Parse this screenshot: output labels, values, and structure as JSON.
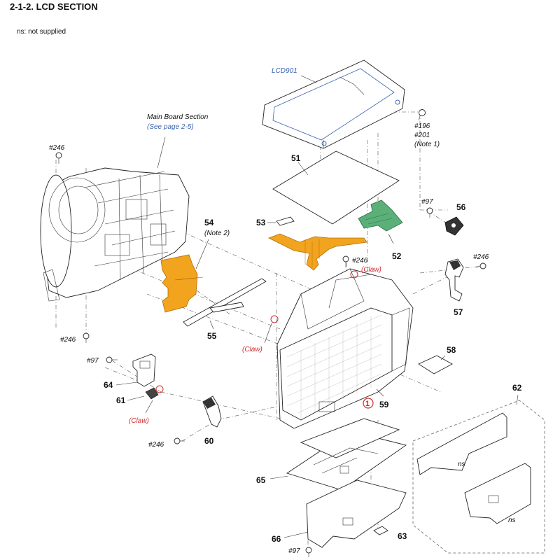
{
  "header": {
    "title": "2-1-2. LCD SECTION",
    "note": "ns: not supplied"
  },
  "labels": {
    "lcd": "LCD901",
    "main_board_1": "Main Board Section",
    "main_board_2": "(See page 2-5)",
    "screws_top_right": [
      "#196",
      "#201",
      "(Note 1)"
    ],
    "screw_246": "#246",
    "screw_97": "#97",
    "note_2": "(Note 2)",
    "claw": "(Claw)",
    "ns": "ns",
    "ref_circle": "1"
  },
  "parts": [
    "51",
    "52",
    "53",
    "54",
    "55",
    "56",
    "57",
    "58",
    "59",
    "60",
    "61",
    "62",
    "63",
    "64",
    "65",
    "66"
  ],
  "colors": {
    "flex_orange": "#f2a41e",
    "flex_green": "#5bb07a",
    "lcd_blue": "#3a63b0",
    "claw_red": "#d22a2a"
  }
}
